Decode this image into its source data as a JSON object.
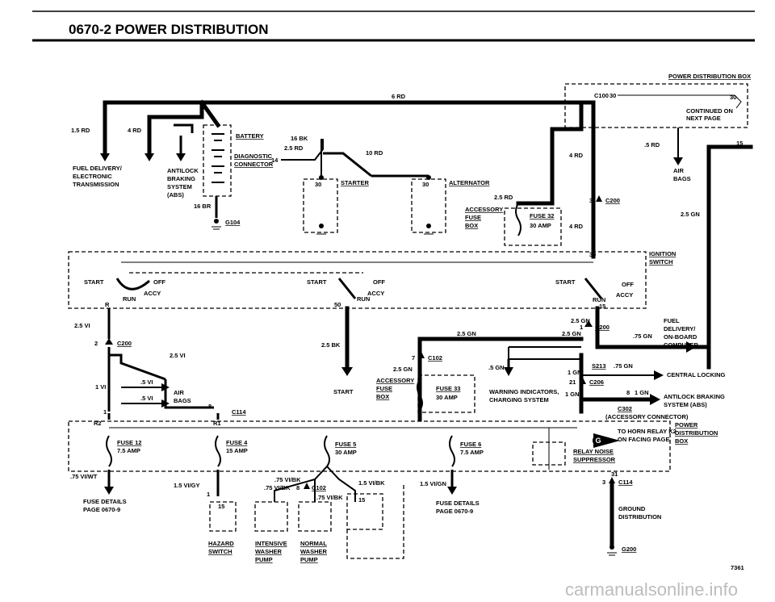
{
  "title": "0670-2 POWER DISTRIBUTION",
  "figure_number": "7361",
  "watermark": "carmanualsonline.info",
  "labels": {
    "power_distribution_box_top": "POWER DISTRIBUTION BOX",
    "c100": "C100",
    "term_30_a": "30",
    "term_30_b": "30",
    "continued_1": "CONTINUED ON",
    "continued_2": "NEXT PAGE",
    "wire_6rd": "6 RD",
    "wire_15rd": "1.5 RD",
    "wire_4rd_left": "4 RD",
    "battery": "BATTERY",
    "wire_16bk": "16 BK",
    "wire_25rd_diag": "2.5 RD",
    "diag_1": "DIAGNOSTIC",
    "diag_2": "CONNECTOR",
    "diag_pin": "14",
    "wire_10rd": "10 RD",
    "fuel_l1": "FUEL DELIVERY/",
    "fuel_l2": "ELECTRONIC",
    "fuel_l3": "TRANSMISSION",
    "abs_l1": "ANTILOCK",
    "abs_l2": "BRAKING",
    "abs_l3": "SYSTEM",
    "abs_l4": "(ABS)",
    "wire_16br": "16 BR",
    "g104": "G104",
    "starter": "STARTER",
    "starter_30": "30",
    "alternator": "ALTERNATOR",
    "alternator_30": "30",
    "wire_4rd_right": "4 RD",
    "wire_5rd": ".5 RD",
    "air_bags_l1": "AIR",
    "air_bags_l2": "BAGS",
    "pin_15_right": "15",
    "wire_25rd_acc": "2.5 RD",
    "acc_fuse_box_1": "ACCESSORY",
    "acc_fuse_box_2": "FUSE",
    "acc_fuse_box_3": "BOX",
    "fuse32": "FUSE 32",
    "fuse32_amp": "30 AMP",
    "c200_pin3": "3",
    "c200_top": "C200",
    "wire_4rd_lower": "4 RD",
    "wire_25gn_right": "2.5 GN",
    "ign_30": "30",
    "ignition_1": "IGNITION",
    "ignition_2": "SWITCH",
    "sw_start_1": "START",
    "sw_off_1": "OFF",
    "sw_accy_1": "ACCY",
    "sw_run_1": "RUN",
    "sw_r": "R",
    "sw_start_2": "START",
    "sw_off_2": "OFF",
    "sw_accy_2": "ACCY",
    "sw_run_2": "RUN",
    "sw_50": "50",
    "sw_start_3": "START",
    "sw_off_3": "OFF",
    "sw_accy_3": "ACCY",
    "sw_run_3": "RUN",
    "sw_15": "15",
    "wire_25vi": "2.5 VI",
    "c200_pin2": "2",
    "c200_left": "C200",
    "wire_25vi_b": "2.5 VI",
    "wire_25bk": "2.5 BK",
    "wire_25gn_a": "2.5 GN",
    "wire_25gn_b": "2.5 GN",
    "c200_pin1": "1",
    "c200_right": "C200",
    "wire_25gn_c": "2.5 GN",
    "wire_75gn_a": ".75 GN",
    "fuel_r1": "FUEL",
    "fuel_r2": "DELIVERY/",
    "fuel_r3": "ON-BOARD",
    "fuel_r4": "COMPUTER",
    "c102_pin7": "7",
    "c102_top": "C102",
    "wire_25gn_d": "2.5 GN",
    "wire_5gn": ".5 GN",
    "wire_1gn_a": "1 GN",
    "s213": "S213",
    "wire_75gn_b": ".75 GN",
    "central_locking": "CENTRAL LOCKING",
    "c206_pin21": "21",
    "c206": "C206",
    "wire_1gn_b": "1 GN",
    "pin_8b": "8",
    "wire_1gn_c": "1 GN",
    "abs_r1": "ANTILOCK BRAKING",
    "abs_r2": "SYSTEM (ABS)",
    "c302": "C302",
    "acc_connector": "(ACCESSORY CONNECTOR)",
    "wire_1vi": "1 VI",
    "wire_5vi_a": ".5 VI",
    "wire_5vi_b": ".5 VI",
    "airbags2_l1": "AIR",
    "airbags2_l2": "BAGS",
    "pin_1": "1",
    "pin_8": "8",
    "c114_top": "C114",
    "start_lbl": "START",
    "acc_fuse_box2_1": "ACCESSORY",
    "acc_fuse_box2_2": "FUSE",
    "acc_fuse_box2_3": "BOX",
    "fuse33": "FUSE 33",
    "fuse33_amp": "30 AMP",
    "warning_1": "WARNING INDICATORS,",
    "warning_2": "CHARGING SYSTEM",
    "r2": "R2",
    "r1": "R1",
    "fuse12": "FUSE 12",
    "fuse12_amp": "7.5 AMP",
    "fuse4": "FUSE 4",
    "fuse4_amp": "15 AMP",
    "fuse5": "FUSE 5",
    "fuse5_amp": "30 AMP",
    "fuse6": "FUSE 6",
    "fuse6_amp": "7.5 AMP",
    "g_badge": "G",
    "horn_1": "TO HORN RELAY K2",
    "horn_2": "ON FACING PAGE",
    "pdb_b1": "POWER",
    "pdb_b2": "DISTRIBUTION",
    "pdb_b3": "BOX",
    "relay_1": "RELAY NOISE",
    "relay_2": "SUPPRESSOR",
    "pin_31": "31",
    "pin_3b": "3",
    "c114_bottom": "C114",
    "wire_75vlwt": ".75 VI/WT",
    "wire_15vigy": "1.5 VI/GY",
    "wire_75vibk_a": ".75 VI/BK",
    "wire_75vibk_b": ".75 VI/BK",
    "c102_pin8": "8",
    "c102_bottom": "C102",
    "wire_75vibk_c": ".75 VI/BK",
    "wire_15vibk": "1.5 VI/BK",
    "wire_15vign": "1.5 VI/GN",
    "pin_1c": "1",
    "pin_15a": "15",
    "pin_15b": "15",
    "fuse_details_l1": "FUSE DETAILS",
    "fuse_details_l2": "PAGE 0670-9",
    "fuse_details_r1": "FUSE DETAILS",
    "fuse_details_r2": "PAGE 0670-9",
    "hazard_1": "HAZARD",
    "hazard_2": "SWITCH",
    "intensive_1": "INTENSIVE",
    "intensive_2": "WASHER",
    "intensive_3": "PUMP",
    "normal_1": "NORMAL",
    "normal_2": "WASHER",
    "normal_3": "PUMP",
    "ground_1": "GROUND",
    "ground_2": "DISTRIBUTION",
    "g200": "G200"
  }
}
